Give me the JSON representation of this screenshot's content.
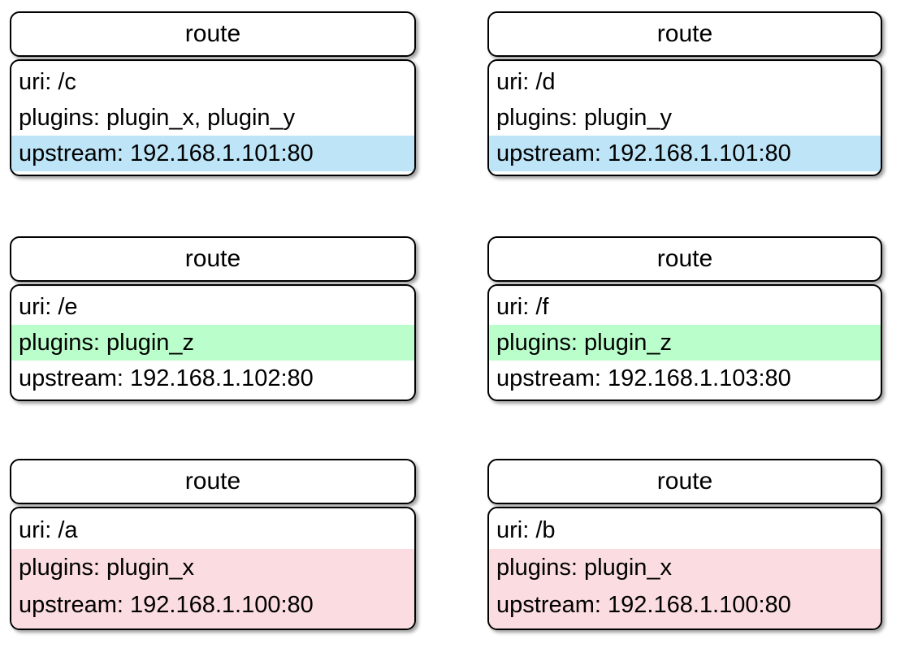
{
  "diagram": {
    "type": "uml-class-boxes",
    "node_type_label": "route",
    "highlight_colors": {
      "blue": "#bde4f7",
      "green": "#baffcb",
      "pink": "#fbdce0",
      "box_border": "#000000",
      "box_fill": "#ffffff",
      "text": "#000000",
      "page_background": "#ffffff"
    },
    "field_labels": {
      "uri": "uri:",
      "plugins": "plugins:",
      "upstream": "upstream:"
    }
  },
  "cards": [
    {
      "id": "route-c",
      "title": "route",
      "rows": [
        {
          "key": "uri",
          "text": "uri: /c",
          "highlight": "none"
        },
        {
          "key": "plugins",
          "text": "plugins: plugin_x, plugin_y",
          "highlight": "none"
        },
        {
          "key": "upstream",
          "text": "upstream: 192.168.1.101:80",
          "highlight": "blue"
        }
      ],
      "uri": "/c",
      "plugins": "plugin_x, plugin_y",
      "upstream": "192.168.1.101:80"
    },
    {
      "id": "route-d",
      "title": "route",
      "rows": [
        {
          "key": "uri",
          "text": "uri: /d",
          "highlight": "none"
        },
        {
          "key": "plugins",
          "text": "plugins: plugin_y",
          "highlight": "none"
        },
        {
          "key": "upstream",
          "text": "upstream: 192.168.1.101:80",
          "highlight": "blue"
        }
      ],
      "uri": "/d",
      "plugins": "plugin_y",
      "upstream": "192.168.1.101:80"
    },
    {
      "id": "route-e",
      "title": "route",
      "rows": [
        {
          "key": "uri",
          "text": "uri: /e",
          "highlight": "none"
        },
        {
          "key": "plugins",
          "text": "plugins: plugin_z",
          "highlight": "green"
        },
        {
          "key": "upstream",
          "text": "upstream: 192.168.1.102:80",
          "highlight": "none"
        }
      ],
      "uri": "/e",
      "plugins": "plugin_z",
      "upstream": "192.168.1.102:80"
    },
    {
      "id": "route-f",
      "title": "route",
      "rows": [
        {
          "key": "uri",
          "text": "uri: /f",
          "highlight": "none"
        },
        {
          "key": "plugins",
          "text": "plugins: plugin_z",
          "highlight": "green"
        },
        {
          "key": "upstream",
          "text": "upstream: 192.168.1.103:80",
          "highlight": "none"
        }
      ],
      "uri": "/f",
      "plugins": "plugin_z",
      "upstream": "192.168.1.103:80"
    },
    {
      "id": "route-a",
      "title": "route",
      "rows": [
        {
          "key": "uri",
          "text": "uri: /a",
          "highlight": "none"
        },
        {
          "key": "plugins",
          "text": "plugins: plugin_x",
          "highlight": "pink"
        },
        {
          "key": "upstream",
          "text": "upstream: 192.168.1.100:80",
          "highlight": "pink"
        }
      ],
      "uri": "/a",
      "plugins": "plugin_x",
      "upstream": "192.168.1.100:80"
    },
    {
      "id": "route-b",
      "title": "route",
      "rows": [
        {
          "key": "uri",
          "text": "uri: /b",
          "highlight": "none"
        },
        {
          "key": "plugins",
          "text": "plugins: plugin_x",
          "highlight": "pink"
        },
        {
          "key": "upstream",
          "text": "upstream: 192.168.1.100:80",
          "highlight": "pink"
        }
      ],
      "uri": "/b",
      "plugins": "plugin_x",
      "upstream": "192.168.1.100:80"
    }
  ]
}
